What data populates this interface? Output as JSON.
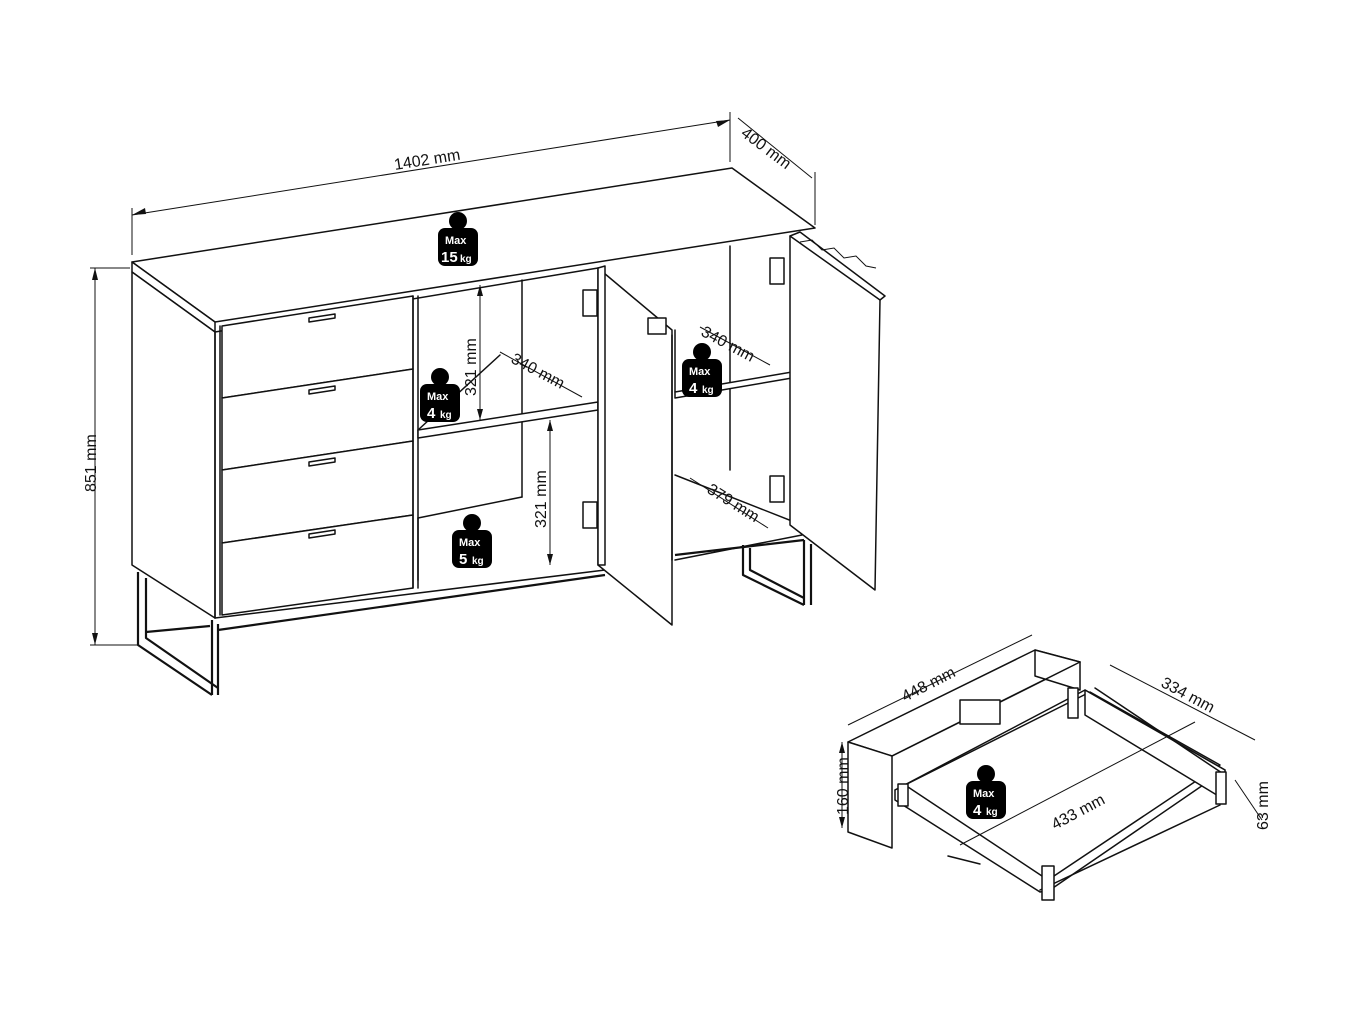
{
  "dimensions": {
    "width": "1402 mm",
    "depth": "400 mm",
    "height": "851 mm",
    "shelf_height_upper": "321 mm",
    "shelf_height_lower": "321 mm",
    "shelf_depth_left": "340 mm",
    "shelf_depth_right": "340 mm",
    "bottom_depth_right": "379 mm"
  },
  "drawer": {
    "length": "448 mm",
    "height": "160 mm",
    "inner_width": "334 mm",
    "inner_length": "433 mm",
    "inner_height": "63 mm"
  },
  "load_badges": [
    {
      "max": "Max",
      "value": "15",
      "unit": "kg"
    },
    {
      "max": "Max",
      "value": "4",
      "unit": "kg"
    },
    {
      "max": "Max",
      "value": "5",
      "unit": "kg"
    },
    {
      "max": "Max",
      "value": "4",
      "unit": "kg"
    },
    {
      "max": "Max",
      "value": "4",
      "unit": "kg"
    }
  ]
}
